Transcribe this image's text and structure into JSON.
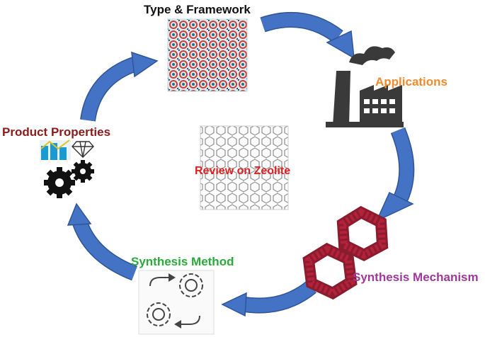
{
  "labels": {
    "type_framework": "Type & Framework",
    "applications": "Applications",
    "product_properties": "Product Properties",
    "review": "Review on Zeolite",
    "synthesis_method": "Synthesis Method",
    "synthesis_mechanism": "Synthesis Mechanism"
  },
  "colors": {
    "arrow": "#4472C4",
    "arrow_edge": "#2F5597",
    "type_framework": "#111111",
    "applications": "#F28A2E",
    "product_properties": "#8B1A1A",
    "review": "#E02020",
    "synthesis_method": "#2BAA3C",
    "synthesis_mechanism": "#A0389C",
    "factory": "#3A3A3A",
    "zeolite_bead": "#B3213A"
  },
  "icons": [
    "zeolite-framework-image",
    "factory-icon",
    "zeolite-ring-image",
    "gear-cycle-icon",
    "bar-chart-icon",
    "diamond-icon",
    "gears-icon",
    "zeolite-cage-image"
  ]
}
